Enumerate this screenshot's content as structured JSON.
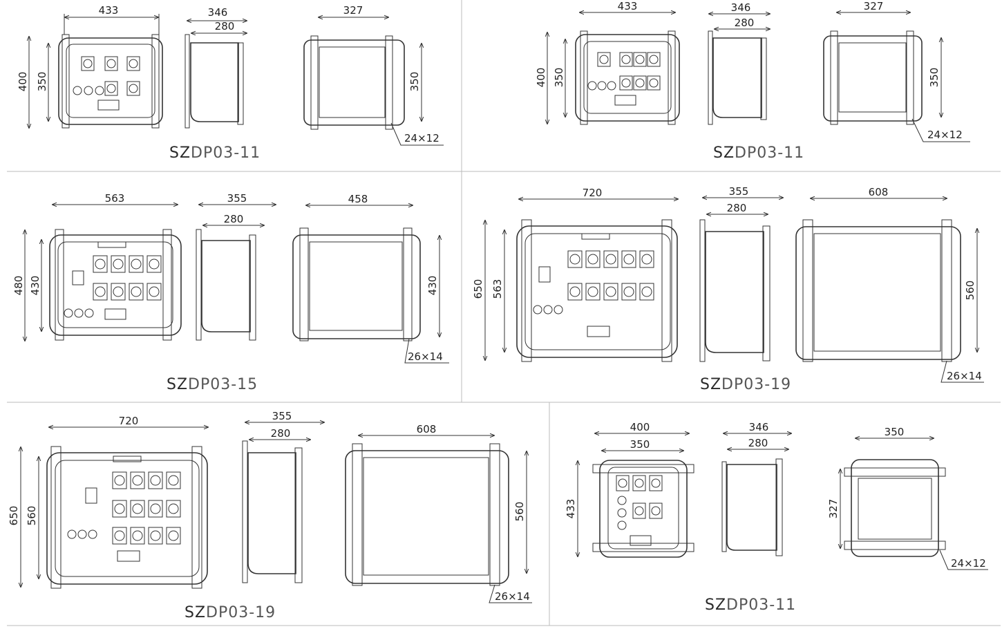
{
  "panels": [
    {
      "caption_prefix": "SZ",
      "caption_model": "DP03-11",
      "front": {
        "width": "433",
        "height_outer": "400",
        "height_inner": "350"
      },
      "side": {
        "depth_outer": "346",
        "depth_inner": "280"
      },
      "top": {
        "width": "327",
        "height": "350",
        "slot": "24×12"
      }
    },
    {
      "caption_prefix": "SZ",
      "caption_model": "DP03-11",
      "front": {
        "width": "433",
        "height_outer": "400",
        "height_inner": "350"
      },
      "side": {
        "depth_outer": "346",
        "depth_inner": "280"
      },
      "top": {
        "width": "327",
        "height": "350",
        "slot": "24×12"
      }
    },
    {
      "caption_prefix": "SZ",
      "caption_model": "DP03-15",
      "front": {
        "width": "563",
        "height_outer": "480",
        "height_inner": "430"
      },
      "side": {
        "depth_outer": "355",
        "depth_inner": "280"
      },
      "top": {
        "width": "458",
        "height": "430",
        "slot": "26×14"
      }
    },
    {
      "caption_prefix": "SZ",
      "caption_model": "DP03-19",
      "front": {
        "width": "720",
        "height_outer": "650",
        "height_inner": "563"
      },
      "side": {
        "depth_outer": "355",
        "depth_inner": "280"
      },
      "top": {
        "width": "608",
        "height": "560",
        "slot": "26×14"
      }
    },
    {
      "caption_prefix": "SZ",
      "caption_model": "DP03-19",
      "front": {
        "width": "720",
        "height_outer": "650",
        "height_inner": "560"
      },
      "side": {
        "depth_outer": "355",
        "depth_inner": "280"
      },
      "top": {
        "width": "608",
        "height": "560",
        "slot": "26×14"
      }
    },
    {
      "caption_prefix": "SZ",
      "caption_model": "DP03-11",
      "front": {
        "width_outer": "400",
        "width_inner": "350",
        "height": "433"
      },
      "side": {
        "depth_outer": "346",
        "depth_inner": "280"
      },
      "top": {
        "width": "350",
        "height": "327",
        "slot": "24×12"
      }
    }
  ]
}
